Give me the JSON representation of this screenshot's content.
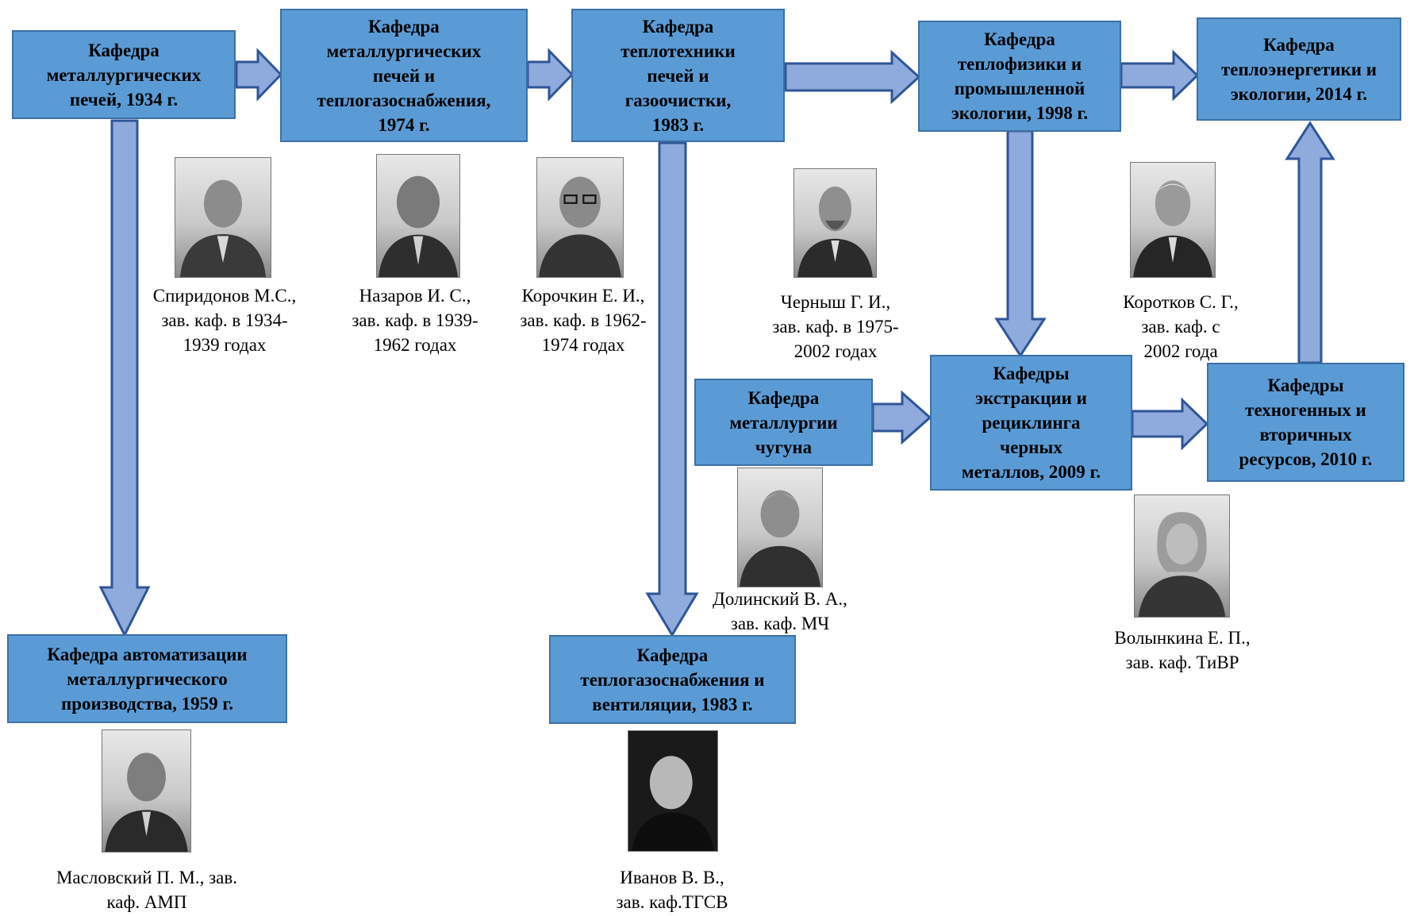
{
  "departments": [
    {
      "id": "d1934",
      "text": "Кафедра\nметаллургических\nпечей, 1934 г."
    },
    {
      "id": "d1974",
      "text": "Кафедра\nметаллургических\nпечей и\nтеплогазоснабжения,\n1974 г."
    },
    {
      "id": "d1983",
      "text": "Кафедра\nтеплотехники\nпечей и\nгазоочистки,\n1983 г."
    },
    {
      "id": "d1998",
      "text": "Кафедра\nтеплофизики и\nпромышленной\nэкологии, 1998 г."
    },
    {
      "id": "d2014",
      "text": "Кафедра\nтеплоэнергетики и\nэкологии, 2014 г."
    },
    {
      "id": "dAMP",
      "text": "Кафедра автоматизации\nметаллургического\nпроизводства, 1959 г."
    },
    {
      "id": "dTGSV",
      "text": "Кафедра\nтеплогазоснабжения и\nвентиляции, 1983 г."
    },
    {
      "id": "dMCh",
      "text": "Кафедра\nметаллургии\nчугуна"
    },
    {
      "id": "d2009",
      "text": "Кафедры\nэкстракции и\nрециклинга\nчерных\nметаллов, 2009 г."
    },
    {
      "id": "d2010",
      "text": "Кафедры\nтехногенных и\nвторичных\nресурсов, 2010 г."
    }
  ],
  "people": [
    {
      "id": "spiridonov",
      "caption": "Спиридонов М.С.,\nзав. каф. в 1934-\n1939 годах"
    },
    {
      "id": "nazarov",
      "caption": "Назаров И. С.,\nзав. каф. в 1939-\n1962 годах"
    },
    {
      "id": "korochkin",
      "caption": "Корочкин Е. И.,\nзав. каф. в 1962-\n1974 годах"
    },
    {
      "id": "chernysh",
      "caption": "Черныш Г. И.,\nзав. каф. в 1975-\n2002 годах"
    },
    {
      "id": "korotkov",
      "caption": "Коротков С. Г.,\nзав. каф. с\n2002 года"
    },
    {
      "id": "dolinsky",
      "caption": "Долинский В. А.,\nзав. каф. МЧ"
    },
    {
      "id": "volynkina",
      "caption": "Волынкина Е. П.,\nзав. каф. ТиВР"
    },
    {
      "id": "maslovsky",
      "caption": "Масловский П. М., зав.\nкаф. АМП"
    },
    {
      "id": "ivanov",
      "caption": "Иванов В. В.,\nзав. каф.ТГСВ"
    }
  ],
  "colors": {
    "box_fill": "#5b9bd5",
    "box_border": "#3c70a6",
    "arrow_fill": "#8faadc",
    "arrow_border": "#2f5597"
  }
}
